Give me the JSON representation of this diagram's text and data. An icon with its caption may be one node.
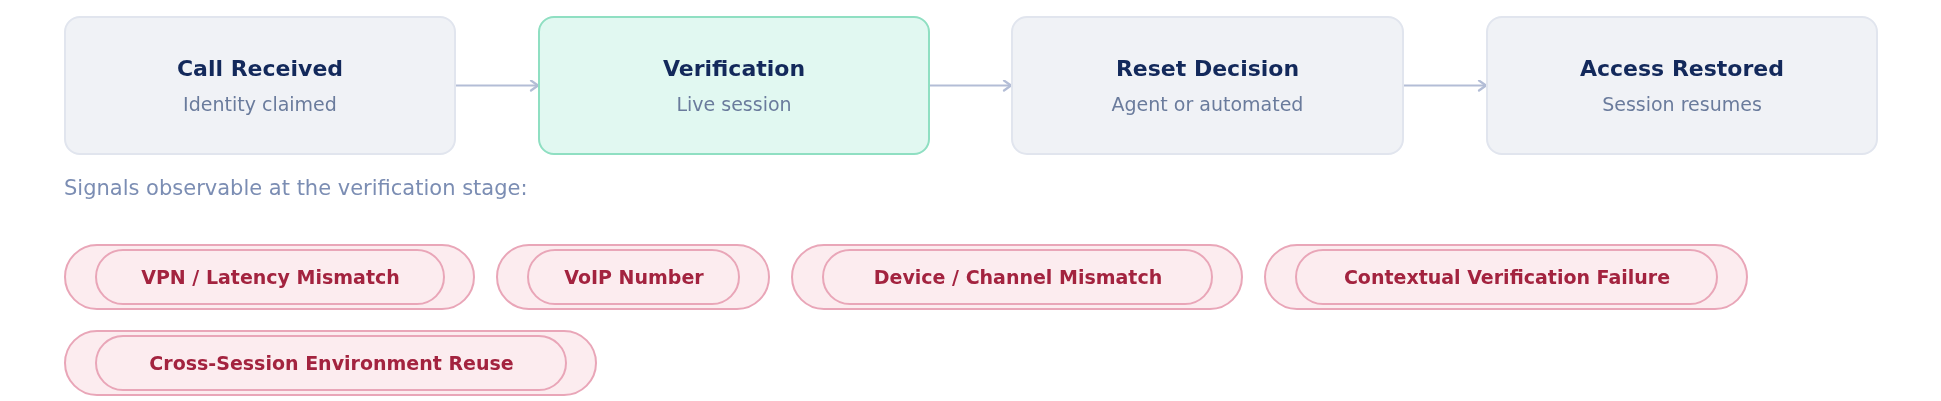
{
  "diagram": {
    "nodes": [
      {
        "text": [
          "Call Received",
          "Identity claimed"
        ]
      },
      {
        "text": [
          "Verification",
          "Live session"
        ]
      },
      {
        "text": [
          "Reset Decision",
          "Agent or automated"
        ]
      },
      {
        "text": [
          "Access Restored",
          "Session resumes"
        ]
      },
      {
        "text": [
          "VPN / Latency Mismatch"
        ]
      },
      {
        "text": [
          "VoIP Number"
        ]
      },
      {
        "text": [
          "Device / Channel Mismatch"
        ]
      },
      {
        "text": [
          "Contextual Verification Failure"
        ]
      },
      {
        "text": [
          "Cross-Session Environment Reuse"
        ]
      }
    ],
    "edges": [
      {
        "from": 0,
        "to": 1,
        "arrow": "to"
      },
      {
        "from": 1,
        "to": 2,
        "arrow": "to"
      },
      {
        "from": 2,
        "to": 3,
        "arrow": "to"
      }
    ],
    "labels": [
      "Signals observable at the verification stage:"
    ]
  }
}
